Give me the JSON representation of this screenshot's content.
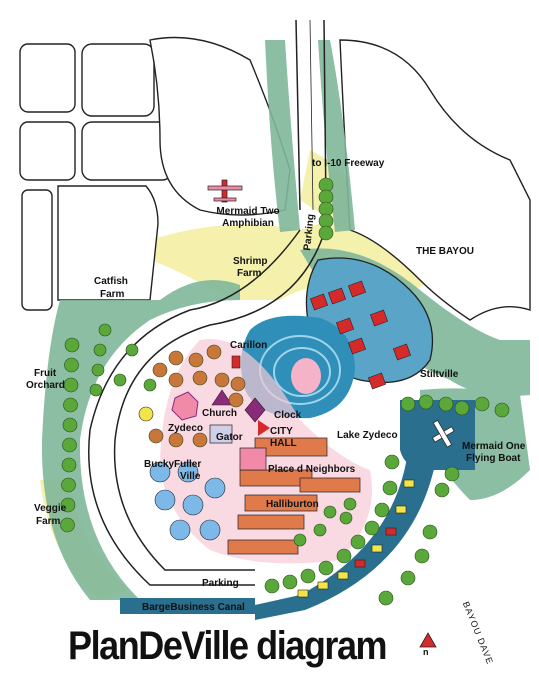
{
  "title": "PlanDeVille diagram",
  "north_label": "n",
  "labels": {
    "freeway": "to I-10 Freeway",
    "mermaid_two": "Mermaid Two",
    "amphibian": "Amphibian",
    "parking_top": "Parking",
    "shrimp": "Shrimp",
    "farm_shrimp": "Farm",
    "the_bayou": "THE BAYOU",
    "catfish": "Catfish",
    "farm_catfish": "Farm",
    "fruit": "Fruit",
    "orchard": "Orchard",
    "carillon": "Carillon",
    "stiltville": "Stiltville",
    "church": "Church",
    "clock": "Clock",
    "zydeco": "Zydeco",
    "gator": "Gator",
    "city": "CITY",
    "hall": "HALL",
    "lake_zydeco": "Lake Zydeco",
    "mermaid_one": "Mermaid One",
    "flying_boat": "Flying Boat",
    "bucky": "BuckyFuller",
    "ville": "Ville",
    "place": "Place d Neighbors",
    "halliburton": "Halliburton",
    "veggie": "Veggie",
    "farm_veggie": "Farm",
    "parking_bottom": "Parking",
    "barge": "BargeBusiness Canal",
    "bayou_dave": "BAYOU DAVE"
  },
  "colors": {
    "water": "#2f8fb8",
    "canal": "#2b6f8f",
    "greenbelt": "#7fb79a",
    "tree": "#5aa83a",
    "road_edge": "#222222",
    "roof_red": "#d42a2a",
    "building_orange": "#e07a4a",
    "lake_pink": "#f4b3c8",
    "yellow_wash": "#f3ef9e"
  },
  "icons": [
    "north-arrow-icon",
    "seaplane-icon",
    "church-icon",
    "clock-icon",
    "carillon-icon"
  ]
}
